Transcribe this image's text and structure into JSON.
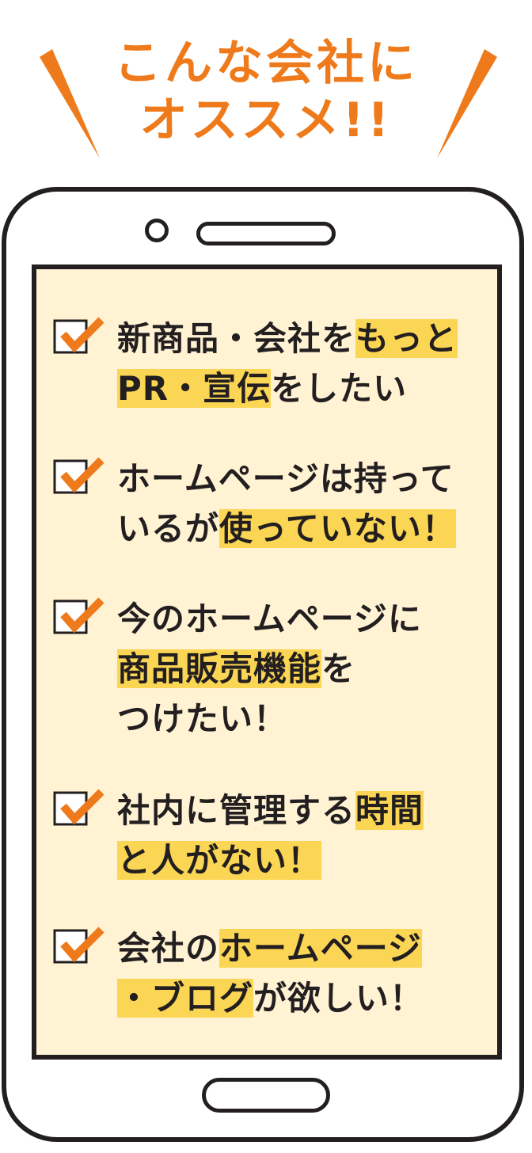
{
  "headline": {
    "line1": "こんな会社に",
    "line2": "オススメ!!"
  },
  "colors": {
    "accent": "#ee7a1b",
    "highlight": "#fbd654",
    "screen": "#fff3d4",
    "ink": "#231f20"
  },
  "items": [
    {
      "line1_a": "新商品・会社を",
      "line1_b": "もっと",
      "line2_a": "PR・宣伝",
      "line2_b": "をしたい"
    },
    {
      "line1_a": "ホームページは持って",
      "line2_a": "いるが",
      "line2_b": "使っていない！"
    },
    {
      "line1_a": "今のホームページに",
      "line2_a": "商品販売機能",
      "line2_b": "を",
      "line3_a": "つけたい！"
    },
    {
      "line1_a": "社内に管理する",
      "line1_b": "時間",
      "line2_a": "と人がない！"
    },
    {
      "line1_a": "会社の",
      "line1_b": "ホームページ",
      "line2_a": "・ブログ",
      "line2_b": "が欲しい！"
    }
  ],
  "icons": {
    "checkbox": "checked-checkbox-icon",
    "sparkle": "emphasis-lines-icon"
  }
}
